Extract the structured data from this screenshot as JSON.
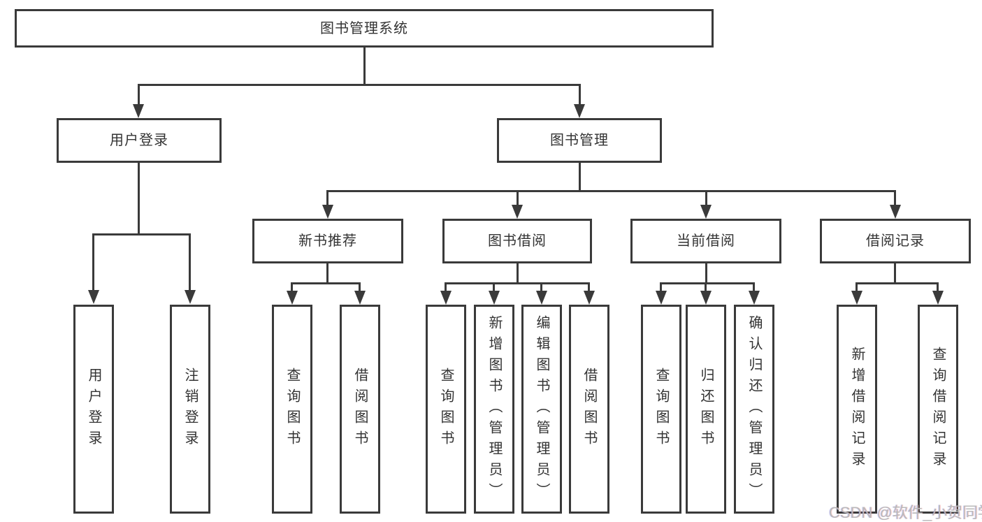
{
  "chart": {
    "root": "图书管理系统",
    "branches": {
      "user": {
        "label": "用户登录",
        "children": [
          "用户登录",
          "注销登录"
        ]
      },
      "book": {
        "label": "图书管理",
        "groups": [
          {
            "label": "新书推荐",
            "children": [
              "查询图书",
              "借阅图书"
            ]
          },
          {
            "label": "图书借阅",
            "children": [
              "查询图书",
              "新增图书（管理员）",
              "编辑图书（管理员）",
              "借阅图书"
            ]
          },
          {
            "label": "当前借阅",
            "children": [
              "查询图书",
              "归还图书",
              "确认归还（管理员）"
            ]
          },
          {
            "label": "借阅记录",
            "children": [
              "新增借阅记录",
              "查询借阅记录"
            ]
          }
        ]
      }
    }
  },
  "watermark": "CSDN @软件_小贺同学",
  "colors": {
    "line": "#3a3a3a",
    "text": "#333333",
    "watermark": "#b9b9b9",
    "background": "#ffffff"
  }
}
